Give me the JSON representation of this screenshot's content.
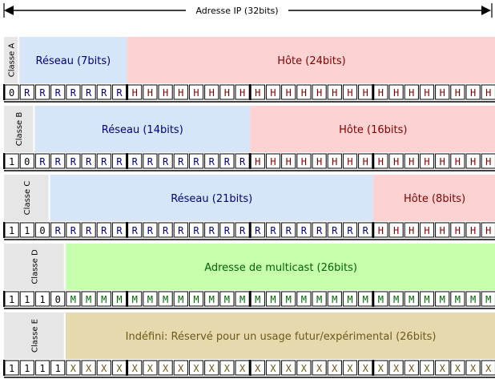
{
  "header": {
    "label": "Adresse IP (32bits)"
  },
  "colors": {
    "class_label_bg": "#e6e6e6",
    "reseau_fill": "#d6e5f7",
    "reseau_text": "#000080",
    "hote_fill": "#fdd2d2",
    "hote_text": "#800000",
    "multicast_fill": "#c8ffaf",
    "multicast_text": "#006400",
    "reserve_fill": "#e6d9ae",
    "reserve_text": "#6b5a18",
    "prefix_text": "#000000"
  },
  "classes": [
    {
      "label": "Classe A",
      "prefix": "0",
      "segments": [
        {
          "text": "Réseau (7bits)",
          "bits": 7,
          "kind": "reseau",
          "letter": "R"
        },
        {
          "text": "Hôte (24bits)",
          "bits": 24,
          "kind": "hote",
          "letter": "H"
        }
      ]
    },
    {
      "label": "Classe B",
      "prefix": "10",
      "segments": [
        {
          "text": "Réseau (14bits)",
          "bits": 14,
          "kind": "reseau",
          "letter": "R"
        },
        {
          "text": "Hôte (16bits)",
          "bits": 16,
          "kind": "hote",
          "letter": "H"
        }
      ]
    },
    {
      "label": "Classe C",
      "prefix": "110",
      "segments": [
        {
          "text": "Réseau (21bits)",
          "bits": 21,
          "kind": "reseau",
          "letter": "R"
        },
        {
          "text": "Hôte (8bits)",
          "bits": 8,
          "kind": "hote",
          "letter": "H"
        }
      ]
    },
    {
      "label": "Classe D",
      "prefix": "1110",
      "segments": [
        {
          "text": "Adresse de multicast (26bits)",
          "bits": 28,
          "kind": "multicast",
          "letter": "M"
        }
      ]
    },
    {
      "label": "Classe E",
      "prefix": "1111",
      "segments": [
        {
          "text": "Indéfini: Réservé pour un usage futur/expérimental (26bits)",
          "bits": 28,
          "kind": "reserve",
          "letter": "X"
        }
      ]
    }
  ]
}
